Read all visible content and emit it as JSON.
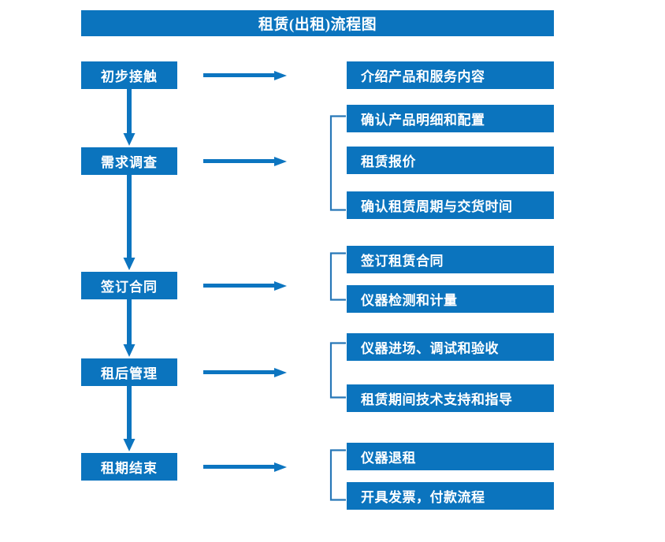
{
  "title": "租赁(出租)流程图",
  "colors": {
    "box_fill": "#0B74BE",
    "box_text": "#FFFFFF",
    "arrow": "#0C75C0",
    "bracket": "#2878B8",
    "background": "#FFFFFF"
  },
  "stages": [
    {
      "label": "初步接触"
    },
    {
      "label": "需求调查"
    },
    {
      "label": "签订合同"
    },
    {
      "label": "租后管理"
    },
    {
      "label": "租期结束"
    }
  ],
  "details": [
    {
      "label": "介绍产品和服务内容"
    },
    {
      "label": "确认产品明细和配置"
    },
    {
      "label": "租赁报价"
    },
    {
      "label": "确认租赁周期与交货时间"
    },
    {
      "label": "签订租赁合同"
    },
    {
      "label": "仪器检测和计量"
    },
    {
      "label": "仪器进场、调试和验收"
    },
    {
      "label": "租赁期间技术支持和指导"
    },
    {
      "label": "仪器退租"
    },
    {
      "label": "开具发票，付款流程"
    }
  ],
  "groups": [
    {
      "stage": "初步接触",
      "details": [
        "介绍产品和服务内容"
      ],
      "bracket": false
    },
    {
      "stage": "需求调查",
      "details": [
        "确认产品明细和配置",
        "租赁报价",
        "确认租赁周期与交货时间"
      ],
      "bracket": true
    },
    {
      "stage": "签订合同",
      "details": [
        "签订租赁合同",
        "仪器检测和计量"
      ],
      "bracket": true
    },
    {
      "stage": "租后管理",
      "details": [
        "仪器进场、调试和验收",
        "租赁期间技术支持和指导"
      ],
      "bracket": true
    },
    {
      "stage": "租期结束",
      "details": [
        "仪器退租",
        "开具发票，付款流程"
      ],
      "bracket": true
    }
  ]
}
